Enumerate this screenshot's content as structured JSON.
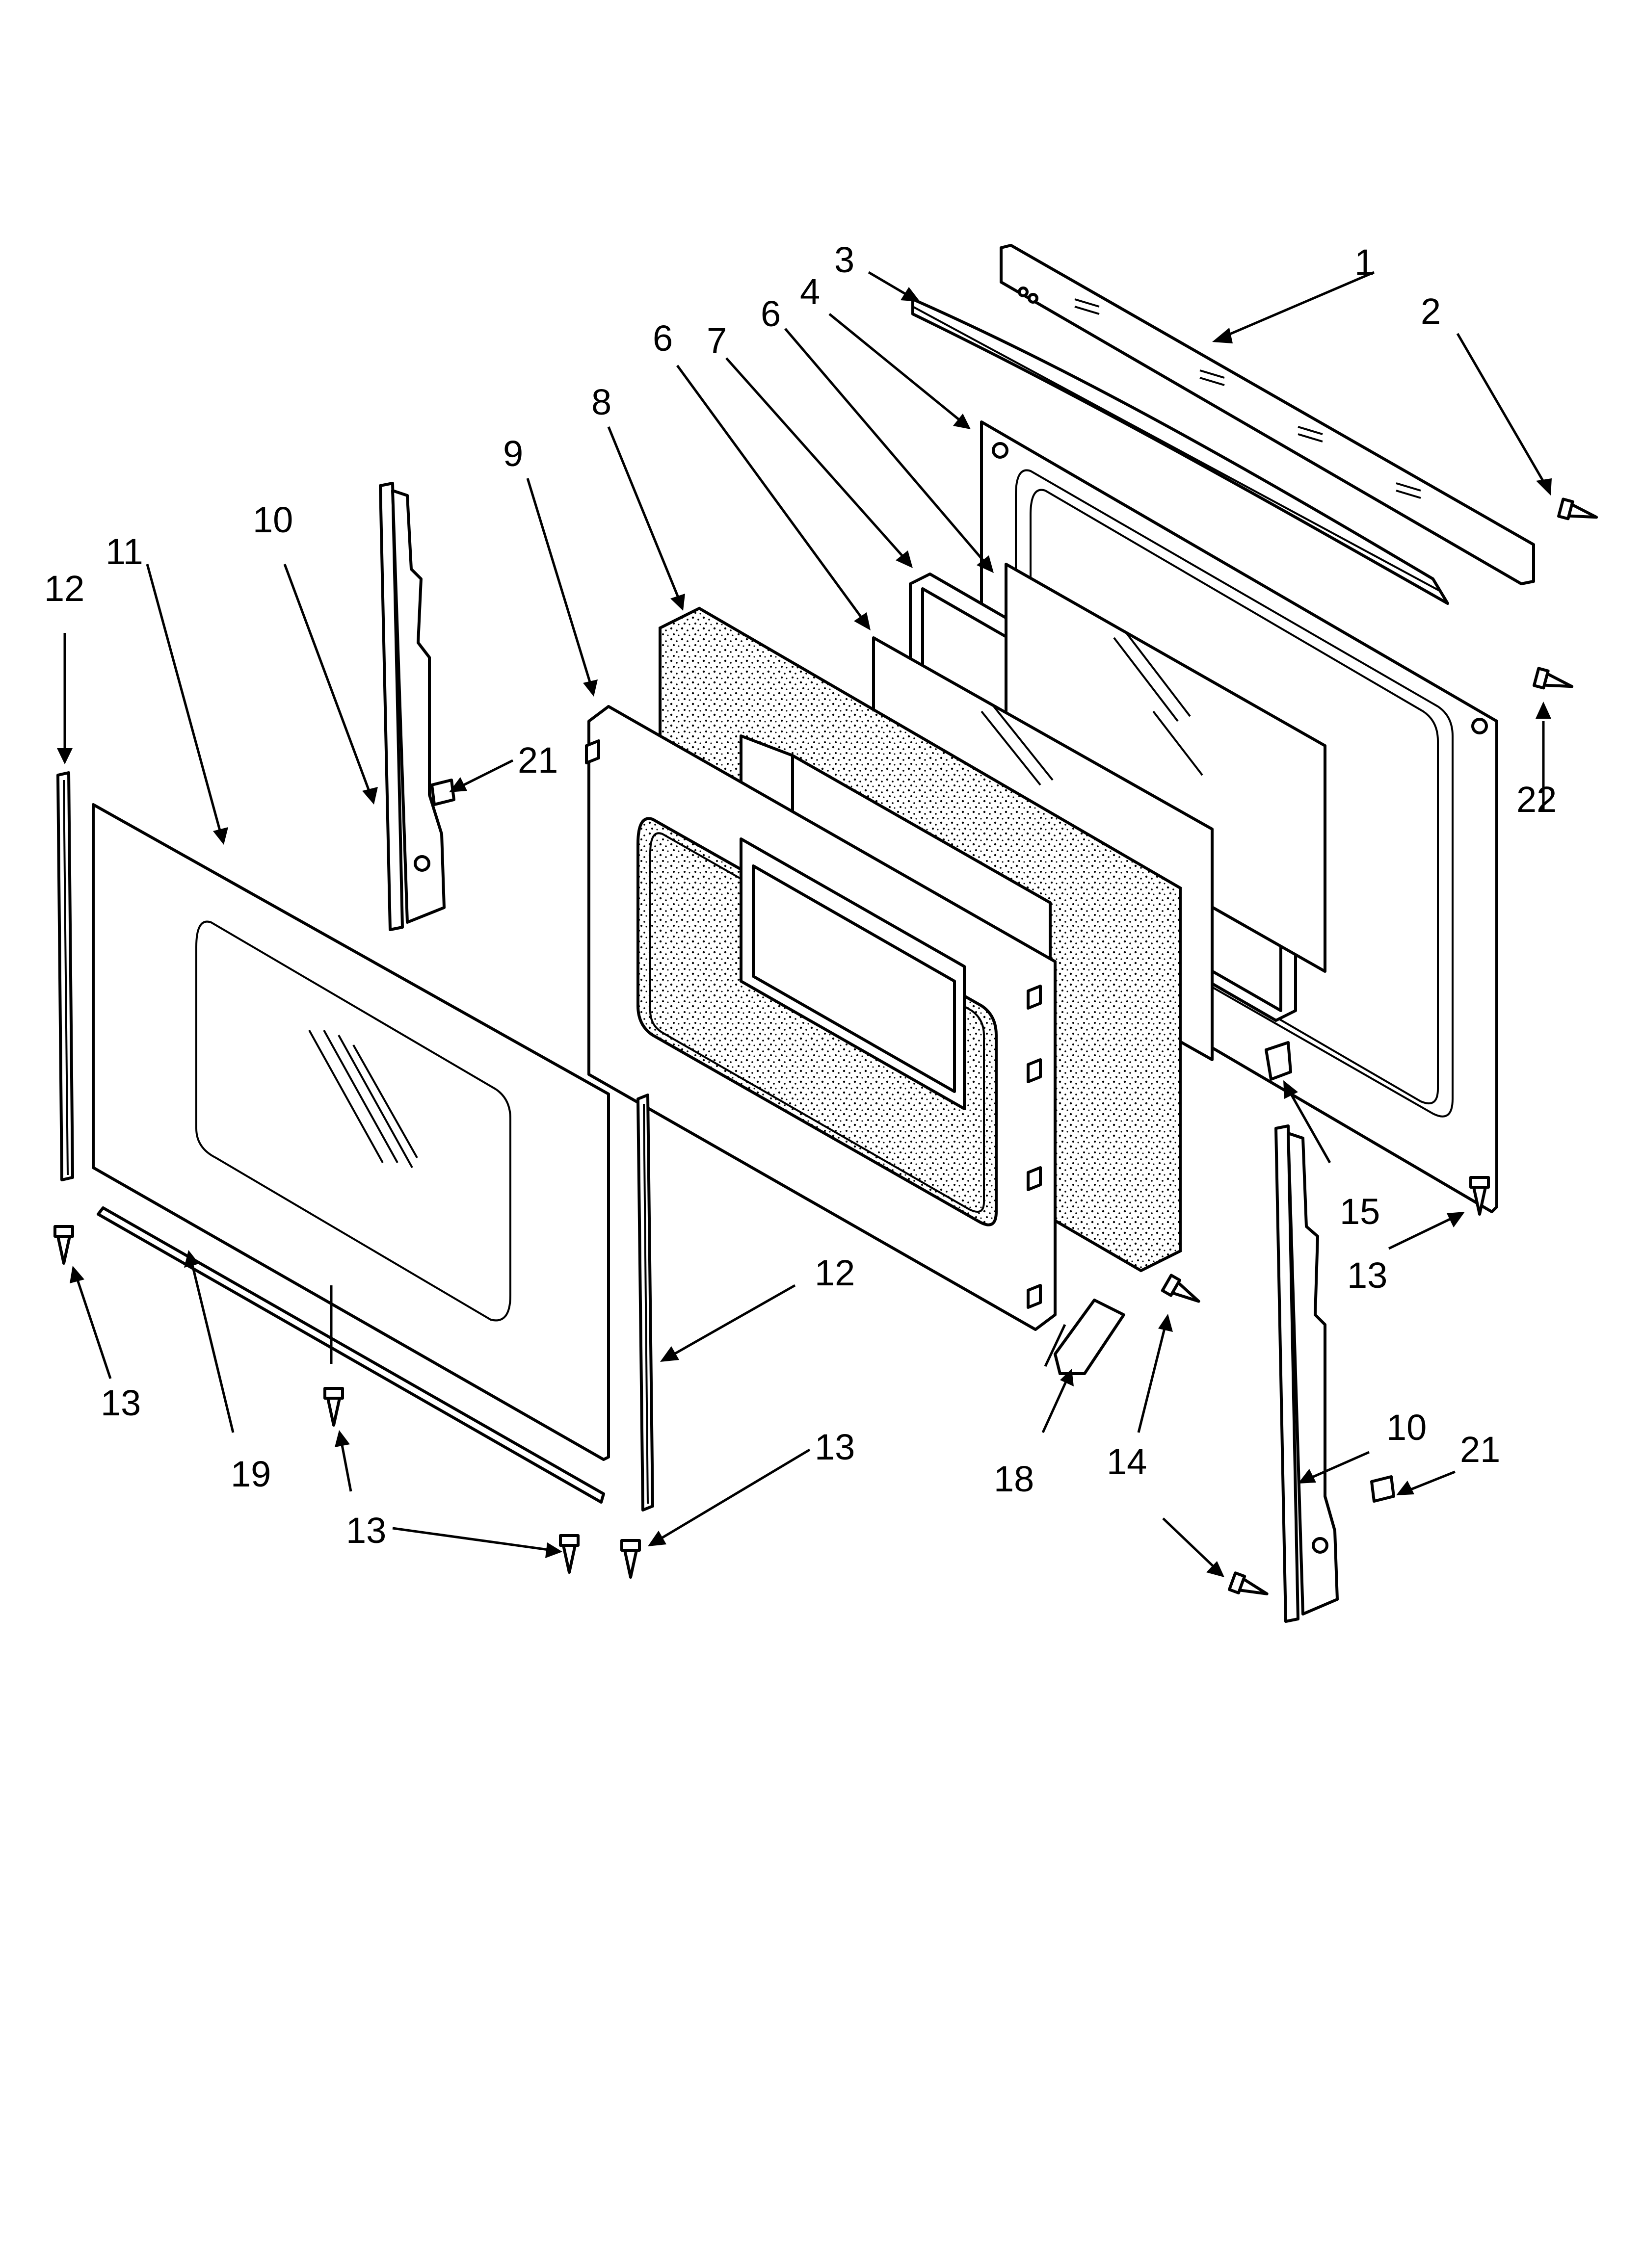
{
  "callouts": [
    {
      "id": "c1",
      "label": "1"
    },
    {
      "id": "c2",
      "label": "2"
    },
    {
      "id": "c3",
      "label": "3"
    },
    {
      "id": "c4",
      "label": "4"
    },
    {
      "id": "c6a",
      "label": "6"
    },
    {
      "id": "c6b",
      "label": "6"
    },
    {
      "id": "c7",
      "label": "7"
    },
    {
      "id": "c8",
      "label": "8"
    },
    {
      "id": "c9",
      "label": "9"
    },
    {
      "id": "c10a",
      "label": "10"
    },
    {
      "id": "c10b",
      "label": "10"
    },
    {
      "id": "c11",
      "label": "11"
    },
    {
      "id": "c12a",
      "label": "12"
    },
    {
      "id": "c12b",
      "label": "12"
    },
    {
      "id": "c13a",
      "label": "13"
    },
    {
      "id": "c13b",
      "label": "13"
    },
    {
      "id": "c13c",
      "label": "13"
    },
    {
      "id": "c13d",
      "label": "13"
    },
    {
      "id": "c14",
      "label": "14"
    },
    {
      "id": "c15",
      "label": "15"
    },
    {
      "id": "c18",
      "label": "18"
    },
    {
      "id": "c19",
      "label": "19"
    },
    {
      "id": "c21a",
      "label": "21"
    },
    {
      "id": "c21b",
      "label": "21"
    },
    {
      "id": "c22",
      "label": "22"
    }
  ]
}
